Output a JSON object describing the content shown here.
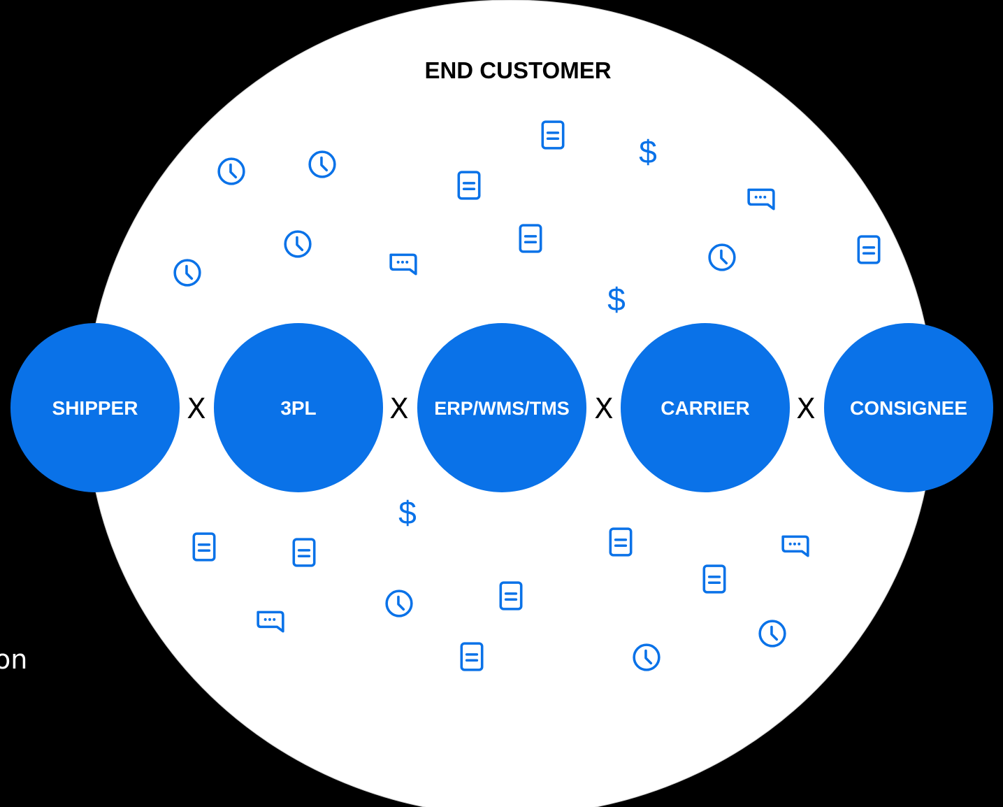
{
  "diagram": {
    "outer_label": "END CUSTOMER",
    "nodes": [
      {
        "label": "SHIPPER"
      },
      {
        "label": "3PL"
      },
      {
        "label": "ERP/WMS/TMS"
      },
      {
        "label": "CARRIER"
      },
      {
        "label": "CONSIGNEE"
      }
    ],
    "connector": "X",
    "cropped_text": "on"
  },
  "colors": {
    "background": "#000000",
    "outer_circle": "#ffffff",
    "node_fill": "#0a72e8",
    "node_text": "#ffffff",
    "icon": "#0a72e8",
    "connector_text": "#000000"
  },
  "icons": {
    "top": [
      "clock-icon",
      "clock-icon",
      "document-icon",
      "document-icon",
      "dollar-icon",
      "chat-icon",
      "clock-icon",
      "document-icon",
      "clock-icon",
      "chat-icon",
      "document-icon",
      "clock-icon",
      "document-icon",
      "dollar-icon"
    ],
    "bottom": [
      "dollar-icon",
      "document-icon",
      "document-icon",
      "document-icon",
      "chat-icon",
      "document-icon",
      "clock-icon",
      "document-icon",
      "chat-icon",
      "document-icon",
      "clock-icon",
      "document-icon",
      "clock-icon"
    ]
  }
}
